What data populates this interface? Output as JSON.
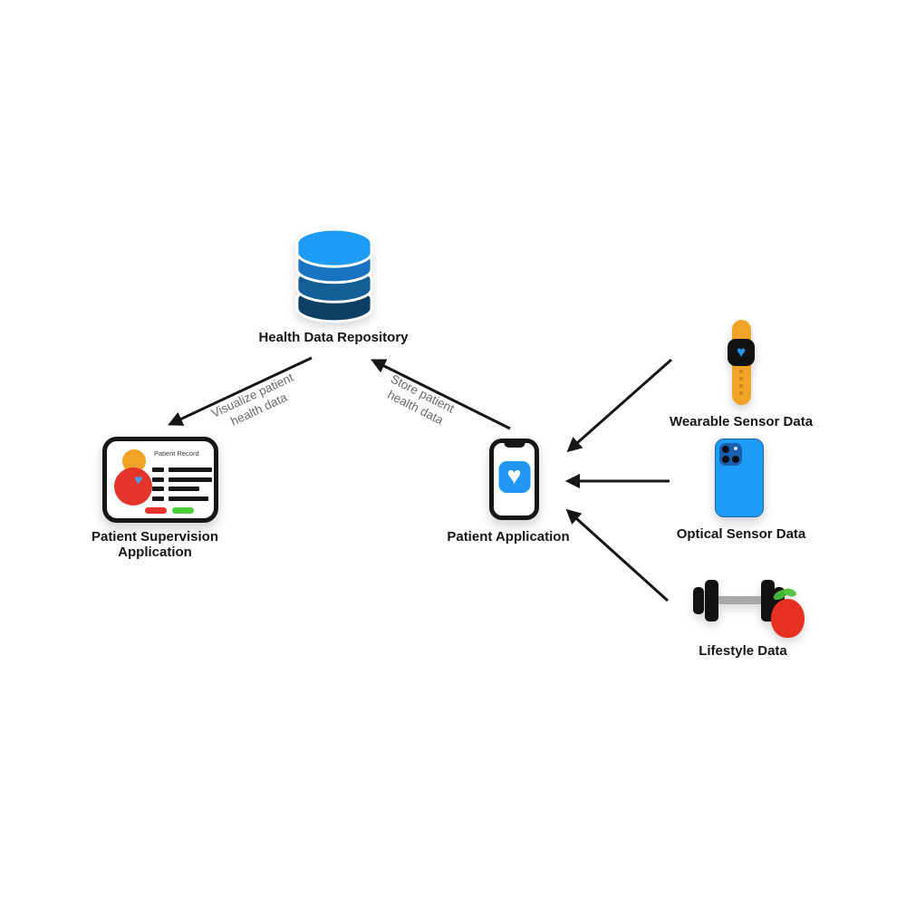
{
  "diagram_type": "health data system architecture",
  "background": "#ffffff",
  "nodes": {
    "repository": {
      "label": "Health Data Repository",
      "icon": "database-icon"
    },
    "supervision": {
      "label": "Patient Supervision Application",
      "icon": "patient-record-card-icon",
      "card_title": "Patient Record"
    },
    "patient_app": {
      "label": "Patient Application",
      "icon": "smartphone-health-app-icon"
    },
    "wearable": {
      "label": "Wearable Sensor Data",
      "icon": "smartwatch-icon"
    },
    "optical": {
      "label": "Optical Sensor Data",
      "icon": "smartphone-camera-icon"
    },
    "lifestyle": {
      "label": "Lifestyle Data",
      "icon": "dumbbell-apple-icon"
    }
  },
  "edges": [
    {
      "from": "repository",
      "to": "supervision",
      "label": "Visualize patient health data",
      "label_lines": [
        "Visualize patient",
        "health data"
      ]
    },
    {
      "from": "patient_app",
      "to": "repository",
      "label": "Store patient health data",
      "label_lines": [
        "Store patient",
        "health data"
      ]
    },
    {
      "from": "wearable",
      "to": "patient_app",
      "label": ""
    },
    {
      "from": "optical",
      "to": "patient_app",
      "label": ""
    },
    {
      "from": "lifestyle",
      "to": "patient_app",
      "label": ""
    }
  ],
  "colors": {
    "db_band_top": "#1E9BF5",
    "db_band_2": "#1A73C2",
    "db_band_3": "#135E97",
    "db_band_4": "#0D3F64",
    "accent_blue": "#2196F3",
    "watch_strap_orange": "#F0A427",
    "avatar_head_orange": "#F0A427",
    "avatar_body_red": "#E5342C",
    "heart_blue": "#4D9CE8",
    "pill_red": "#E5342C",
    "pill_green": "#4FCE3B",
    "optical_phone_blue": "#1E9BF5",
    "camera_module_blue": "#1A5FAE",
    "apple_red": "#E63022",
    "leaf_green": "#45B33A",
    "dumbbell_bar_gray": "#A8A8A8",
    "arrow_black": "#161616",
    "edge_label_gray": "#686868"
  }
}
